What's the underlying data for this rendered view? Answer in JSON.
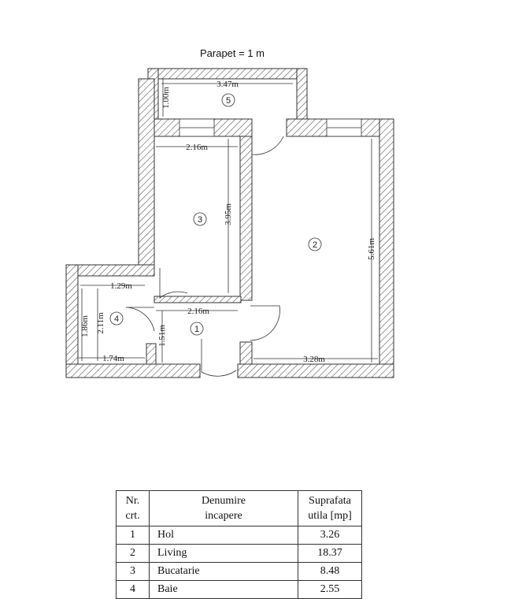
{
  "plan": {
    "title": "Parapet = 1 m",
    "dimensions": {
      "d347": "3.47m",
      "d100": "1.00m",
      "d216a": "2.16m",
      "d395": "3.95m",
      "d561": "5.61m",
      "d129": "1.29m",
      "d216b": "2.16m",
      "d186": "1.86m",
      "d211": "2.11m",
      "d151": "1.51m",
      "d174": "1.74m",
      "d328": "3.28m"
    },
    "room_numbers": [
      "1",
      "2",
      "3",
      "4",
      "5"
    ]
  },
  "table": {
    "headers": {
      "nr": [
        "Nr.",
        "crt."
      ],
      "name": [
        "Denumire",
        "incapere"
      ],
      "area": [
        "Suprafata",
        "utila [mp]"
      ]
    },
    "rows": [
      {
        "nr": "1",
        "name": "Hol",
        "area": "3.26"
      },
      {
        "nr": "2",
        "name": "Living",
        "area": "18.37"
      },
      {
        "nr": "3",
        "name": "Bucatarie",
        "area": "8.48"
      },
      {
        "nr": "4",
        "name": "Baie",
        "area": "2.55"
      }
    ]
  }
}
